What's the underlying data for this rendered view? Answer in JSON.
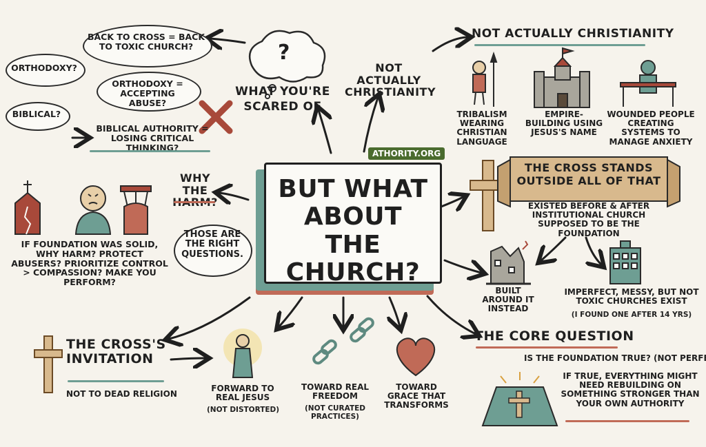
{
  "brand": "ATHORITY.ORG",
  "center": {
    "title": "BUT WHAT ABOUT THE CHURCH?"
  },
  "scared": {
    "question_mark": "?",
    "title_line1": "WHAT YOU'RE",
    "title_line2": "SCARED OF",
    "bubble_cross": "BACK TO CROSS = BACK TO TOXIC CHURCH?",
    "bubble_orthodoxy": "ORTHODOXY?",
    "bubble_orthodoxy_abuse": "ORTHODOXY = ACCEPTING ABUSE?",
    "bubble_biblical": "BIBLICAL?",
    "biblical_authority": "BIBLICAL AUTHORITY = LOSING CRITICAL THINKING?"
  },
  "not_christianity": {
    "center_label": "NOT ACTUALLY CHRISTIANITY",
    "header": "NOT ACTUALLY CHRISTIANITY",
    "items": [
      "TRIBALISM WEARING CHRISTIAN LANGUAGE",
      "EMPIRE-BUILDING USING JESUS'S NAME",
      "WOUNDED PEOPLE CREATING SYSTEMS TO MANAGE ANXIETY"
    ]
  },
  "cross_stands": {
    "banner": "THE CROSS STANDS OUTSIDE ALL OF THAT",
    "subtext": "EXISTED BEFORE & AFTER INSTITUTIONAL CHURCH SUPPOSED TO BE THE FOUNDATION",
    "built_around": "BUILT AROUND IT INSTEAD",
    "imperfect": "IMPERFECT, MESSY, BUT NOT TOXIC CHURCHES EXIST",
    "found_one": "(I FOUND ONE AFTER 14 YRS)"
  },
  "harm": {
    "title": "WHY THE HARM?",
    "questions": "IF FOUNDATION WAS SOLID, WHY HARM? PROTECT ABUSERS? PRIORITIZE CONTROL > COMPASSION? MAKE YOU PERFORM?",
    "right_questions": "THOSE ARE THE RIGHT QUESTIONS."
  },
  "invitation": {
    "title": "THE CROSS'S INVITATION",
    "sub": "NOT TO DEAD RELIGION",
    "items": [
      {
        "label": "FORWARD TO REAL JESUS",
        "note": "(NOT DISTORTED)"
      },
      {
        "label": "TOWARD REAL FREEDOM",
        "note": "(NOT CURATED PRACTICES)"
      },
      {
        "label": "TOWARD GRACE THAT TRANSFORMS",
        "note": ""
      }
    ]
  },
  "core": {
    "title": "THE CORE QUESTION",
    "question": "IS THE FOUNDATION TRUE? (NOT PERFECT)",
    "answer": "IF TRUE, EVERYTHING MIGHT NEED REBUILDING ON SOMETHING STRONGER THAN YOUR OWN AUTHORITY"
  },
  "colors": {
    "teal": "#6e9e93",
    "rust": "#c06a57",
    "tan": "#d8b98d",
    "brick": "#a8493a"
  }
}
